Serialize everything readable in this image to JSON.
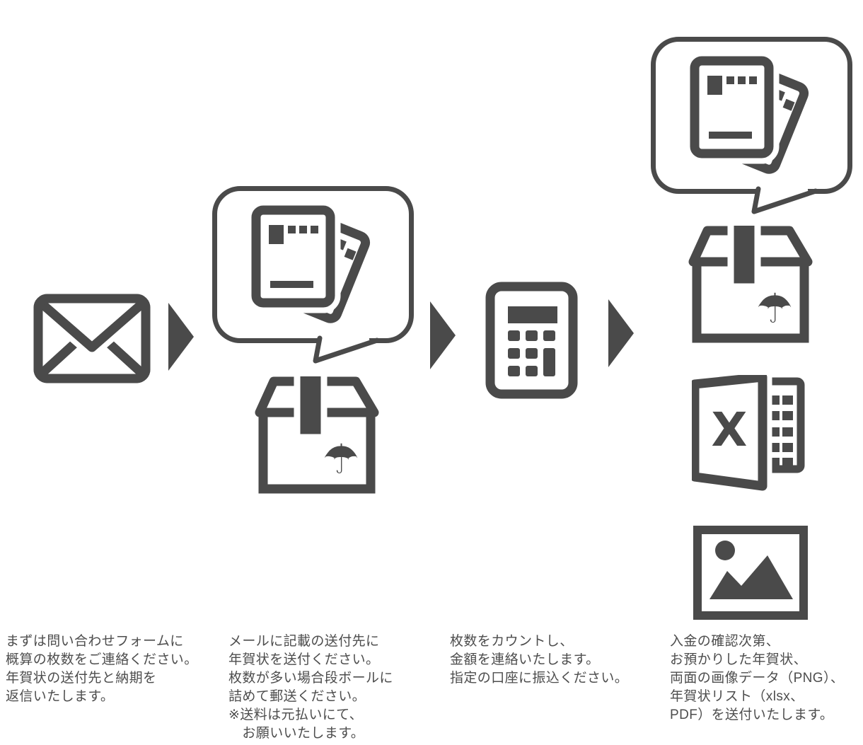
{
  "diagram": {
    "type": "process-flow",
    "direction": "left-to-right",
    "arrow_count": 3,
    "steps": [
      {
        "id": 1,
        "icons": [
          "envelope"
        ],
        "description": "まずは問い合わせフォームに\n概算の枚数をご連絡ください。\n年賀状の送付先と納期を\n返信いたします。"
      },
      {
        "id": 2,
        "icons": [
          "postcards-speech-bubble",
          "shipping-box"
        ],
        "description": "メールに記載の送付先に\n年賀状を送付ください。\n枚数が多い場合段ボールに\n詰めて郵送ください。\n※送料は元払いにて、\n　お願いいたします。"
      },
      {
        "id": 3,
        "icons": [
          "calculator"
        ],
        "description": "枚数をカウントし、\n金額を連絡いたします。\n指定の口座に振込ください。"
      },
      {
        "id": 4,
        "icons": [
          "postcards-speech-bubble",
          "shipping-box",
          "excel-file",
          "image-file"
        ],
        "description": "入金の確認次第、\nお預かりした年賀状、\n両面の画像データ（PNG）、\n年賀状リスト（xlsx、\nPDF）を送付いたします。"
      }
    ]
  },
  "glyphs": {
    "umbrella": "☂",
    "excel_letter": "X"
  },
  "colors": {
    "icon": "#4a4a4a",
    "text": "#4d4d4d",
    "background": "#ffffff"
  }
}
